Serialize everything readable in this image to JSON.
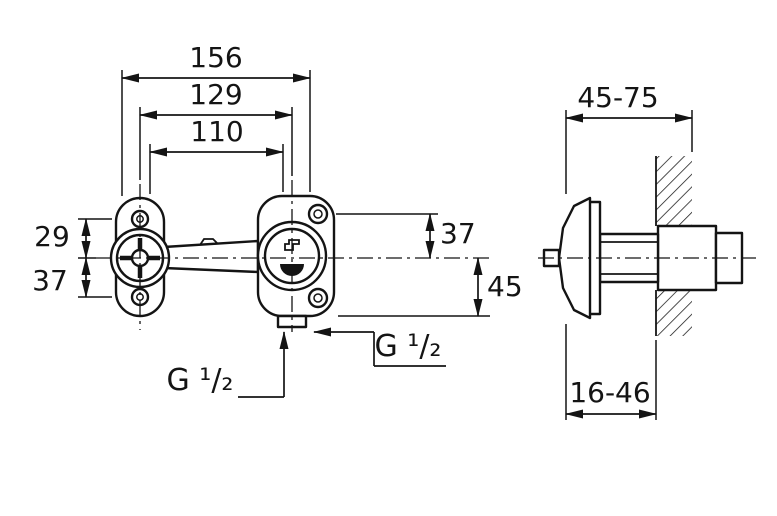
{
  "drawing": {
    "background": "#ffffff",
    "line_color": "#141414",
    "front_view": {
      "overall_width": "156",
      "hole_spacing": "129",
      "inner_width": "110",
      "left_offset_top": "29",
      "left_offset_bottom": "37",
      "right_offset_top": "37",
      "right_offset_bottom": "45",
      "thread_bottom": "G ¹/₂",
      "thread_outlet": "G ¹/₂"
    },
    "side_view": {
      "depth_range": "45-75",
      "wall_projection_range": "16-46"
    }
  }
}
